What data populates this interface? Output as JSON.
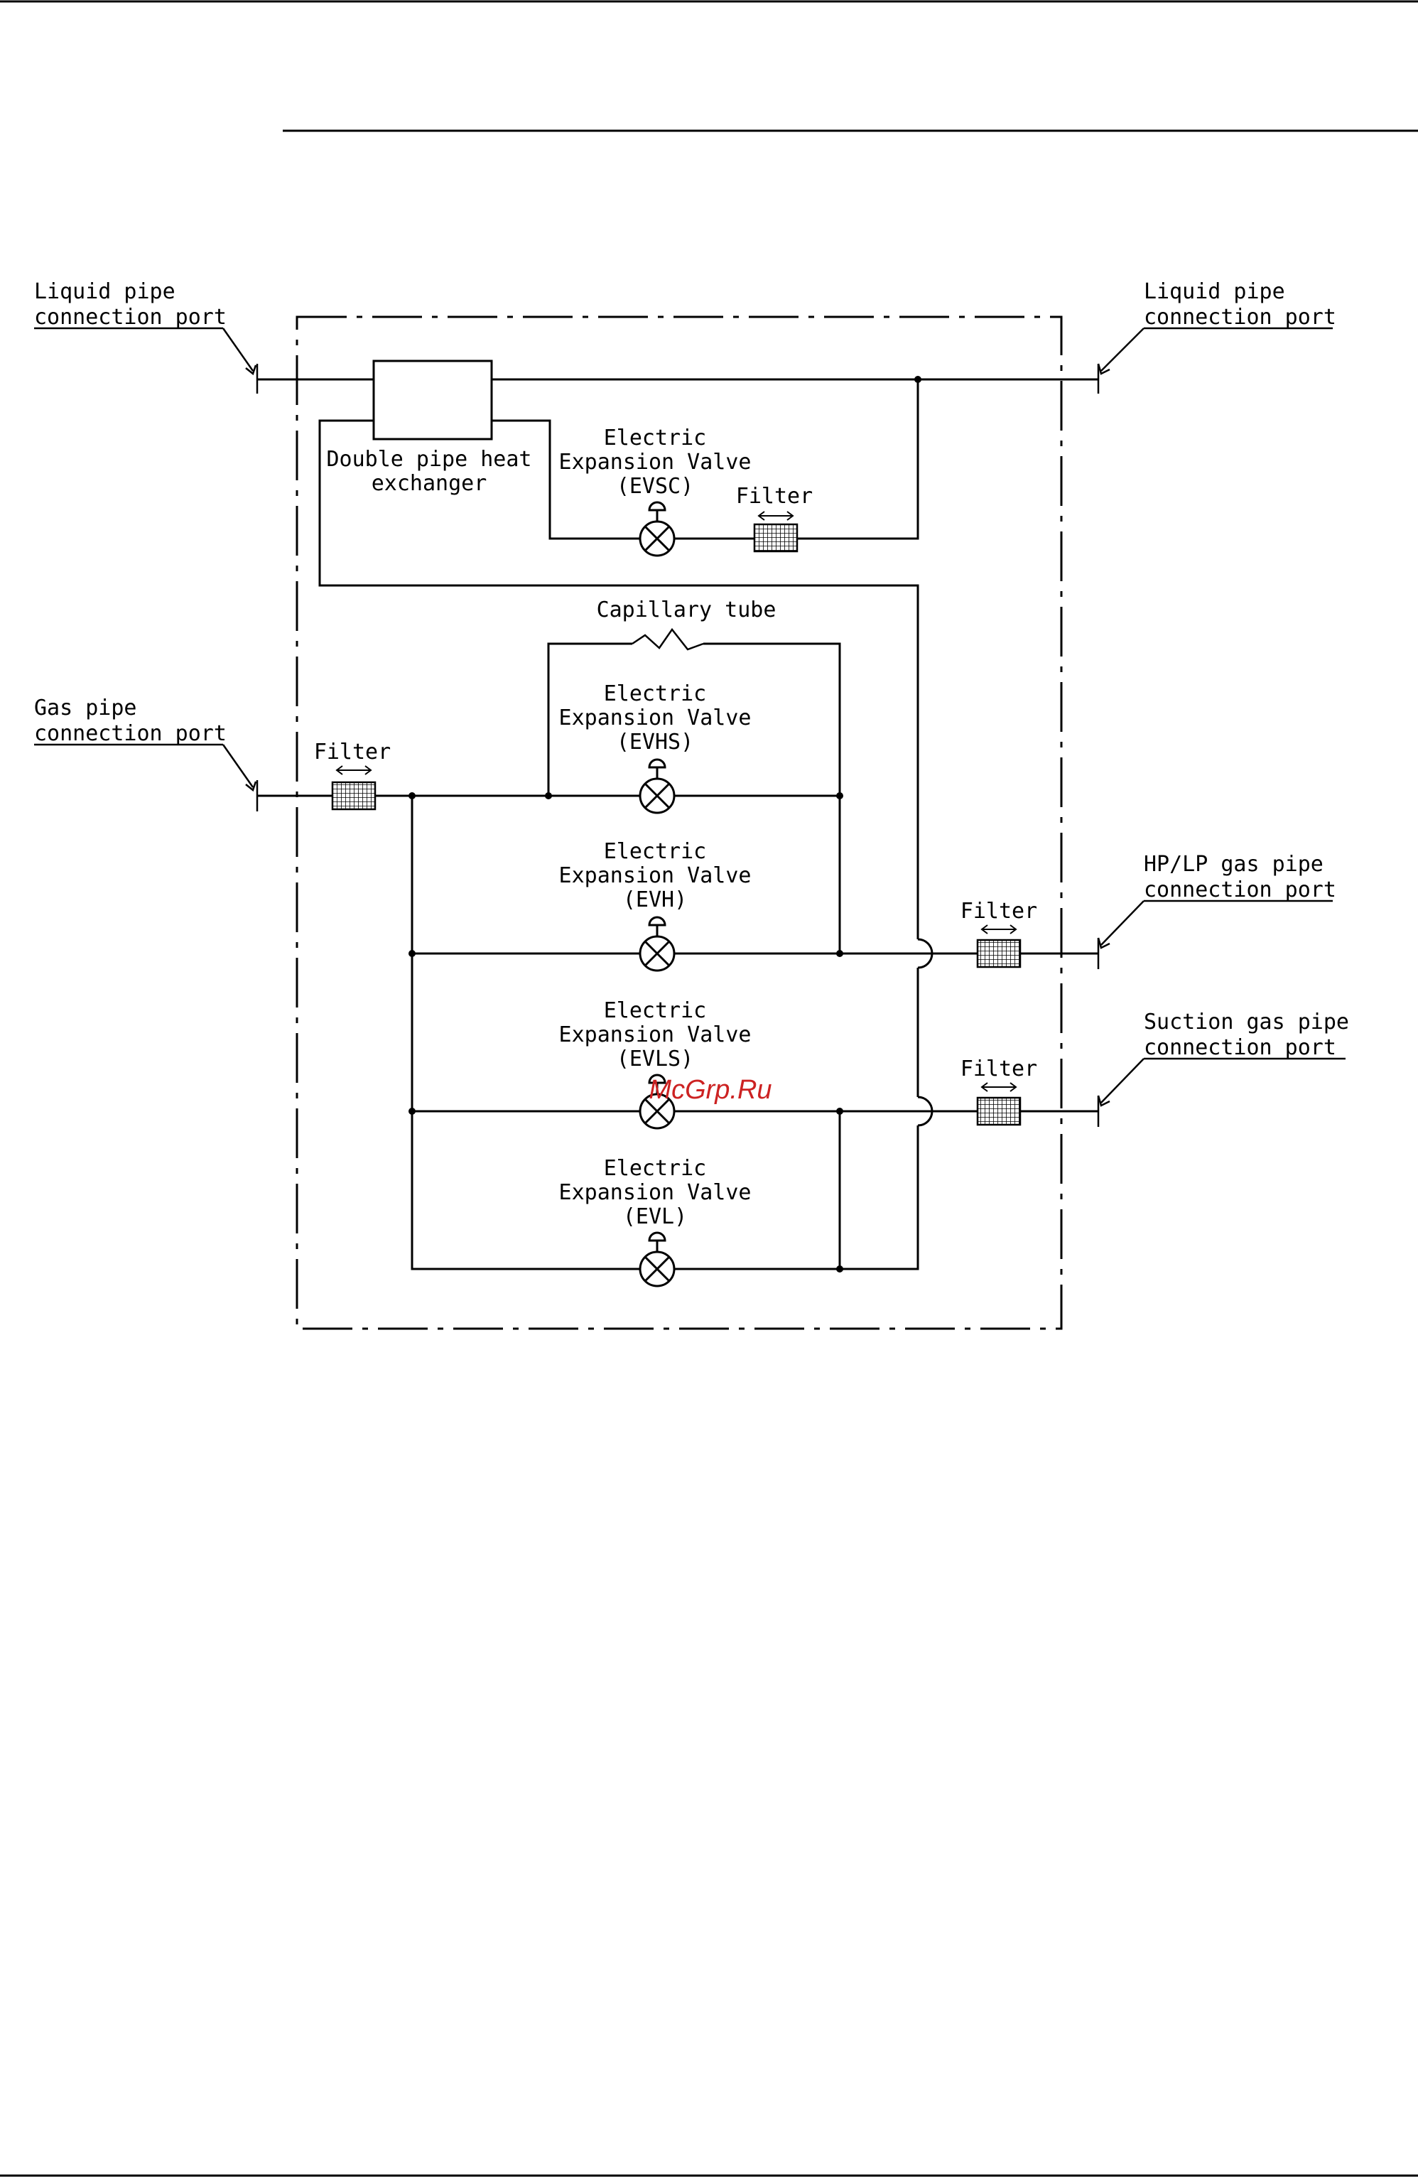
{
  "ports": {
    "liquid_left": [
      "Liquid pipe",
      "connection port"
    ],
    "liquid_right": [
      "Liquid pipe",
      "connection port"
    ],
    "gas_left": [
      "Gas pipe",
      "connection port"
    ],
    "hplp_right": [
      "HP/LP gas pipe",
      "connection port"
    ],
    "suction_right": [
      "Suction gas pipe",
      "connection port"
    ]
  },
  "heat_exchanger": [
    "Double pipe heat",
    "exchanger"
  ],
  "capillary_tube": "Capillary tube",
  "valves": {
    "evsc": [
      "Electric",
      "Expansion Valve",
      "(EVSC)"
    ],
    "evhs": [
      "Electric",
      "Expansion Valve",
      "(EVHS)"
    ],
    "evh": [
      "Electric",
      "Expansion Valve",
      "(EVH)"
    ],
    "evls": [
      "Electric",
      "Expansion Valve",
      "(EVLS)"
    ],
    "evl": [
      "Electric",
      "Expansion Valve",
      "(EVL)"
    ]
  },
  "filter_label": "Filter",
  "watermark": "McGrp.Ru"
}
